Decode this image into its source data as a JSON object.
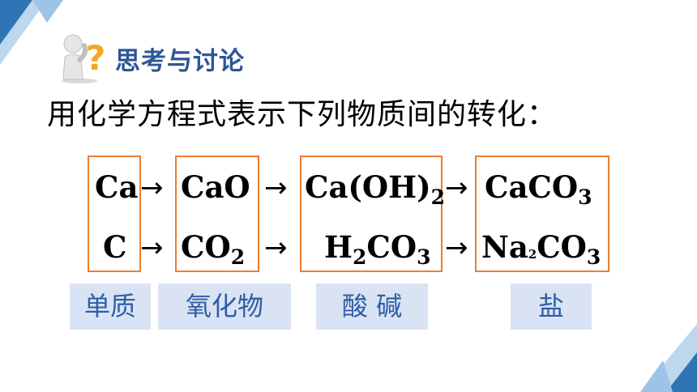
{
  "slide": {
    "heading": "思考与讨论",
    "prompt": "用化学方程式表示下列物质间的转化：",
    "arrow": "→",
    "row1": {
      "element": "Ca",
      "oxide": "CaO",
      "base": {
        "main": "Ca(OH)",
        "sub": "2"
      },
      "salt": {
        "main": "CaCO",
        "sub": "3"
      }
    },
    "row2": {
      "element": "C",
      "oxide": {
        "main": "CO",
        "sub": "2"
      },
      "acid": {
        "p1": "H",
        "s1": "2",
        "p2": "CO",
        "s2": "3"
      },
      "salt": {
        "p1": "Na",
        "s1": "2",
        "p2": "CO",
        "s2": "3"
      }
    },
    "categories": {
      "element": "单质",
      "oxide": "氧化物",
      "acid_base": "酸 碱",
      "salt": "盐"
    },
    "colors": {
      "heading": "#2f5597",
      "box_border": "#ed7d31",
      "category_bg": "#dae3f3",
      "category_text": "#2e5ea8",
      "corner_light": "#bdd7ee",
      "corner_dark": "#2e75b6"
    },
    "icons": [
      "thinking-person-question-icon"
    ]
  }
}
